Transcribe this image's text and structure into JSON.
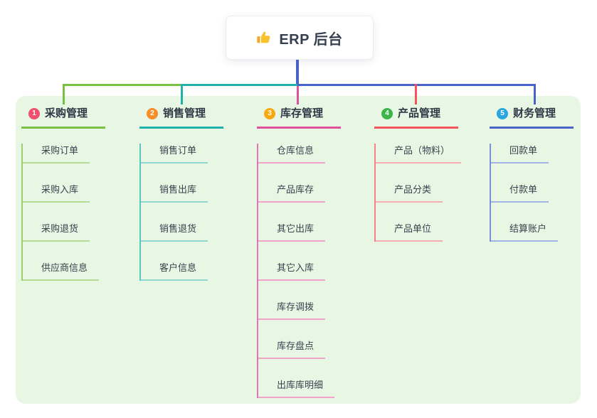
{
  "diagram": {
    "root": {
      "label": "ERP 后台",
      "icon": "thumbs-up-icon"
    },
    "branches": [
      {
        "num": "1",
        "title": "采购管理",
        "badge_color": "#f0506e",
        "line": "#7ac143",
        "line_mid": "#9ccd72",
        "line_light": "#b7da95",
        "children": [
          "采购订单",
          "采购入库",
          "采购退货",
          "供应商信息"
        ]
      },
      {
        "num": "2",
        "title": "销售管理",
        "badge_color": "#f78e2a",
        "line": "#20b2aa",
        "line_mid": "#5cc7c0",
        "line_light": "#8fd8d2",
        "children": [
          "销售订单",
          "销售出库",
          "销售退货",
          "客户信息"
        ]
      },
      {
        "num": "3",
        "title": "库存管理",
        "badge_color": "#f7a90f",
        "line": "#e0519b",
        "line_mid": "#e873ae",
        "line_light": "#f2a3ca",
        "children": [
          "仓库信息",
          "产品库存",
          "其它出库",
          "其它入库",
          "库存调拨",
          "库存盘点",
          "出库库明细"
        ]
      },
      {
        "num": "4",
        "title": "产品管理",
        "badge_color": "#3cb54a",
        "line": "#f2555f",
        "line_mid": "#f5828a",
        "line_light": "#f8adb2",
        "children": [
          "产品（物料）",
          "产品分类",
          "产品单位"
        ]
      },
      {
        "num": "5",
        "title": "财务管理",
        "badge_color": "#29a6df",
        "line": "#4a63c8",
        "line_mid": "#7b8fd7",
        "line_light": "#a4b3e5",
        "children": [
          "回款单",
          "付款单",
          "结算账户"
        ]
      }
    ]
  },
  "colors": {
    "canvas_bg": "#ffffff",
    "panel_bg": "#e8f6e4",
    "stem": "#4a63c8",
    "root_border": "#ededed"
  }
}
